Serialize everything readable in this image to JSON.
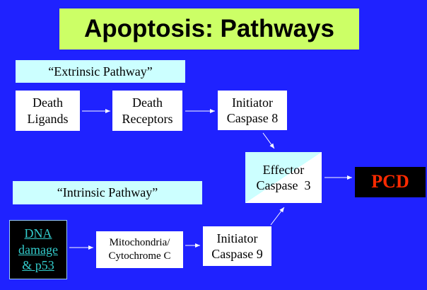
{
  "title": "Apoptosis: Pathways",
  "labels": {
    "extrinsic": "“Extrinsic Pathway”",
    "intrinsic": "“Intrinsic Pathway”"
  },
  "nodes": {
    "death_ligands": [
      "Death",
      "Ligands"
    ],
    "death_receptors": [
      "Death",
      "Receptors"
    ],
    "initiator_8": [
      "Initiator",
      "Caspase 8"
    ],
    "effector_3": [
      "Effector",
      "Caspase  3"
    ],
    "pcd": "PCD",
    "dna_damage": [
      "DNA",
      "damage",
      "& p53"
    ],
    "mitochondria": [
      "Mitochondria/",
      "Cytochrome C"
    ],
    "initiator_9": [
      "Initiator",
      "Caspase 9"
    ]
  }
}
